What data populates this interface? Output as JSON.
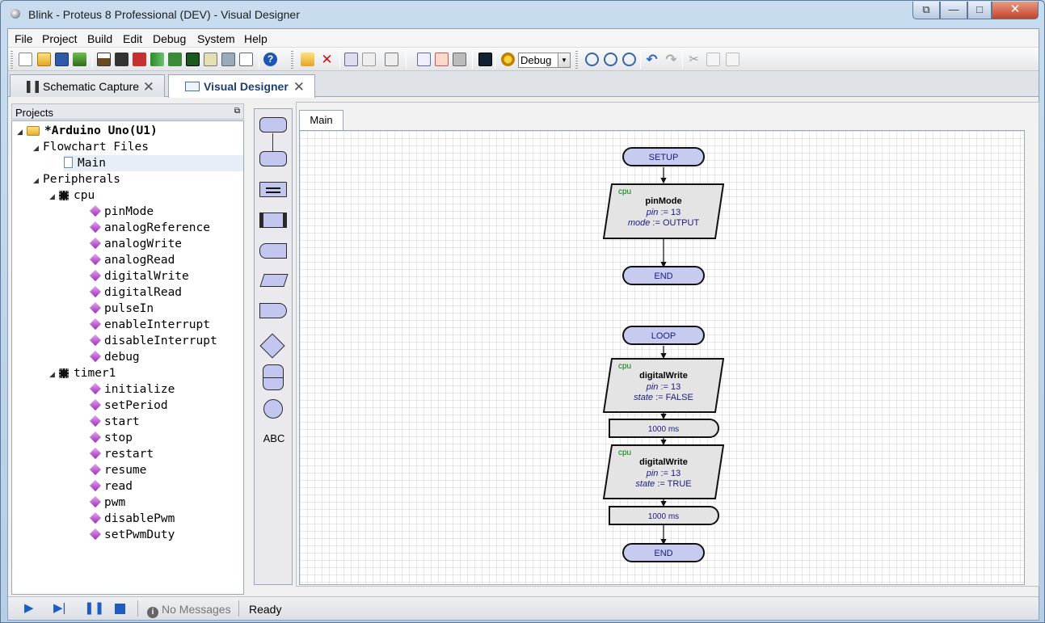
{
  "window": {
    "title": "Blink - Proteus 8 Professional (DEV) - Visual Designer"
  },
  "menu": [
    "File",
    "Project",
    "Build",
    "Edit",
    "Debug",
    "System",
    "Help"
  ],
  "toolbar": {
    "build_config": "Debug"
  },
  "tabs": [
    {
      "label": "Schematic Capture",
      "active": false
    },
    {
      "label": "Visual Designer",
      "active": true
    }
  ],
  "projects": {
    "header": "Projects",
    "root": "*Arduino Uno(U1)",
    "flowchart_files": "Flowchart Files",
    "main_file": "Main",
    "peripherals": "Peripherals",
    "cpu": {
      "label": "cpu",
      "items": [
        "pinMode",
        "analogReference",
        "analogWrite",
        "analogRead",
        "digitalWrite",
        "digitalRead",
        "pulseIn",
        "enableInterrupt",
        "disableInterrupt",
        "debug"
      ]
    },
    "timer1": {
      "label": "timer1",
      "items": [
        "initialize",
        "setPeriod",
        "start",
        "stop",
        "restart",
        "resume",
        "read",
        "pwm",
        "disablePwm",
        "setPwmDuty"
      ]
    }
  },
  "palette": {
    "text_tool": "ABC"
  },
  "canvas": {
    "tab": "Main",
    "setup": {
      "start": "SETUP",
      "block": {
        "tag": "cpu",
        "title": "pinMode",
        "lines": [
          [
            "pin",
            ":= 13"
          ],
          [
            "mode",
            ":= OUTPUT"
          ]
        ]
      },
      "end": "END"
    },
    "loop": {
      "start": "LOOP",
      "block1": {
        "tag": "cpu",
        "title": "digitalWrite",
        "lines": [
          [
            "pin",
            ":= 13"
          ],
          [
            "state",
            ":= FALSE"
          ]
        ]
      },
      "delay1": "1000 ms",
      "block2": {
        "tag": "cpu",
        "title": "digitalWrite",
        "lines": [
          [
            "pin",
            ":= 13"
          ],
          [
            "state",
            ":= TRUE"
          ]
        ]
      },
      "delay2": "1000 ms",
      "end": "END"
    }
  },
  "status": {
    "messages": "No Messages",
    "state": "Ready"
  },
  "colors": {
    "terminal_fill": "#c8cbf0",
    "block_fill": "#e4e4e4",
    "text_blue": "#1a1a80",
    "tag_green": "#008000"
  }
}
